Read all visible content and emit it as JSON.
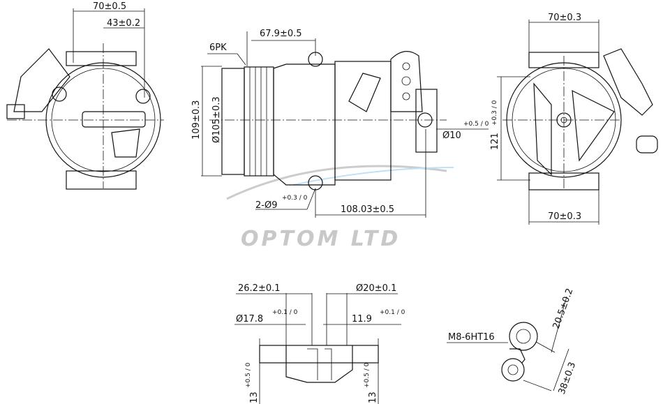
{
  "watermark": "OPTOM LTD",
  "front_view": {
    "width": "70±0.5",
    "offset": "43±0.2"
  },
  "side_view": {
    "belt": "6PK",
    "pulley_depth": "67.9±0.5",
    "height": "109±0.3",
    "pulley_diameter": "Ø105±0.3",
    "port_hole": "Ø10",
    "port_hole_tol": "+0.5 / 0",
    "mount_holes": "2-Ø9",
    "mount_holes_tol": "+0.3 / 0",
    "length": "108.03±0.5"
  },
  "rear_view": {
    "top_width": "70±0.3",
    "height": "121",
    "height_tol": "+0.3 / 0",
    "bottom_width": "70±0.3"
  },
  "port_section": {
    "left_offset": "26.2±0.1",
    "outer_diameter": "Ø20±0.1",
    "inner_diameter": "Ø17.8",
    "inner_diameter_tol": "+0.1 / 0",
    "inner_offset": "11.9",
    "inner_offset_tol": "+0.1 / 0",
    "depth_left": "13",
    "depth_left_tol": "+0.5 / 0",
    "depth_right": "13",
    "depth_right_tol": "+0.5 / 0"
  },
  "bracket_detail": {
    "thread": "M8-6HT16",
    "pitch_1": "20.5±0.2",
    "pitch_2": "38±0.3"
  }
}
